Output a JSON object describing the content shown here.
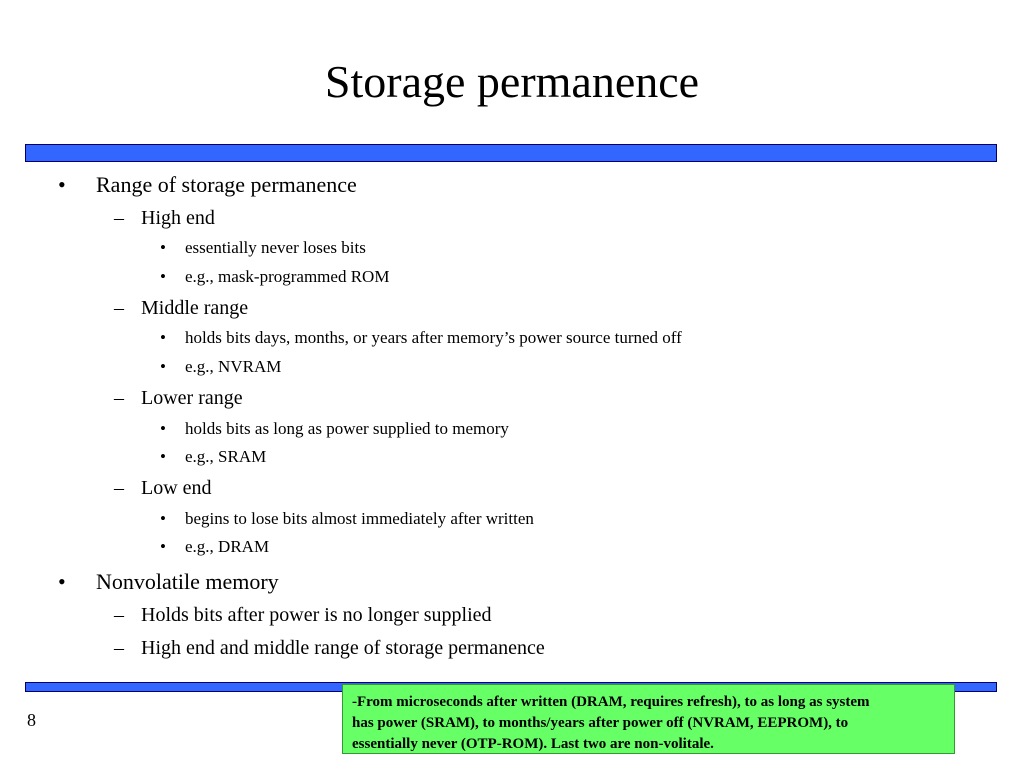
{
  "title": "Storage permanence",
  "slide_number": "8",
  "bullets": {
    "b1": {
      "marker": "•",
      "text": "Range of storage permanence"
    },
    "b1_1": {
      "marker": "–",
      "text": "High end"
    },
    "b1_1_1": {
      "marker": "•",
      "text": "essentially never loses bits"
    },
    "b1_1_2": {
      "marker": "•",
      "text": "e.g., mask-programmed ROM"
    },
    "b1_2": {
      "marker": "–",
      "text": "Middle range"
    },
    "b1_2_1": {
      "marker": "•",
      "text": "holds bits days, months, or years after memory’s power source turned off"
    },
    "b1_2_2": {
      "marker": "•",
      "text": "e.g., NVRAM"
    },
    "b1_3": {
      "marker": "–",
      "text": "Lower range"
    },
    "b1_3_1": {
      "marker": "•",
      "text": "holds bits as long as power supplied to memory"
    },
    "b1_3_2": {
      "marker": "•",
      "text": "e.g., SRAM"
    },
    "b1_4": {
      "marker": "–",
      "text": "Low end"
    },
    "b1_4_1": {
      "marker": "•",
      "text": "begins to lose bits almost immediately after written"
    },
    "b1_4_2": {
      "marker": "•",
      "text": "e.g., DRAM"
    },
    "b2": {
      "marker": "•",
      "text": "Nonvolatile memory"
    },
    "b2_1": {
      "marker": "–",
      "text": "Holds bits after power is no longer supplied"
    },
    "b2_2": {
      "marker": "–",
      "text": "High end and middle range of storage permanence"
    }
  },
  "note": "-From microseconds after written (DRAM, requires refresh), to as long as system\nhas power (SRAM), to months/years after power off (NVRAM, EEPROM), to\nessentially never (OTP-ROM).  Last two are non-volitale.",
  "colors": {
    "rule": "#3366ff",
    "note_background": "#66ff66"
  }
}
